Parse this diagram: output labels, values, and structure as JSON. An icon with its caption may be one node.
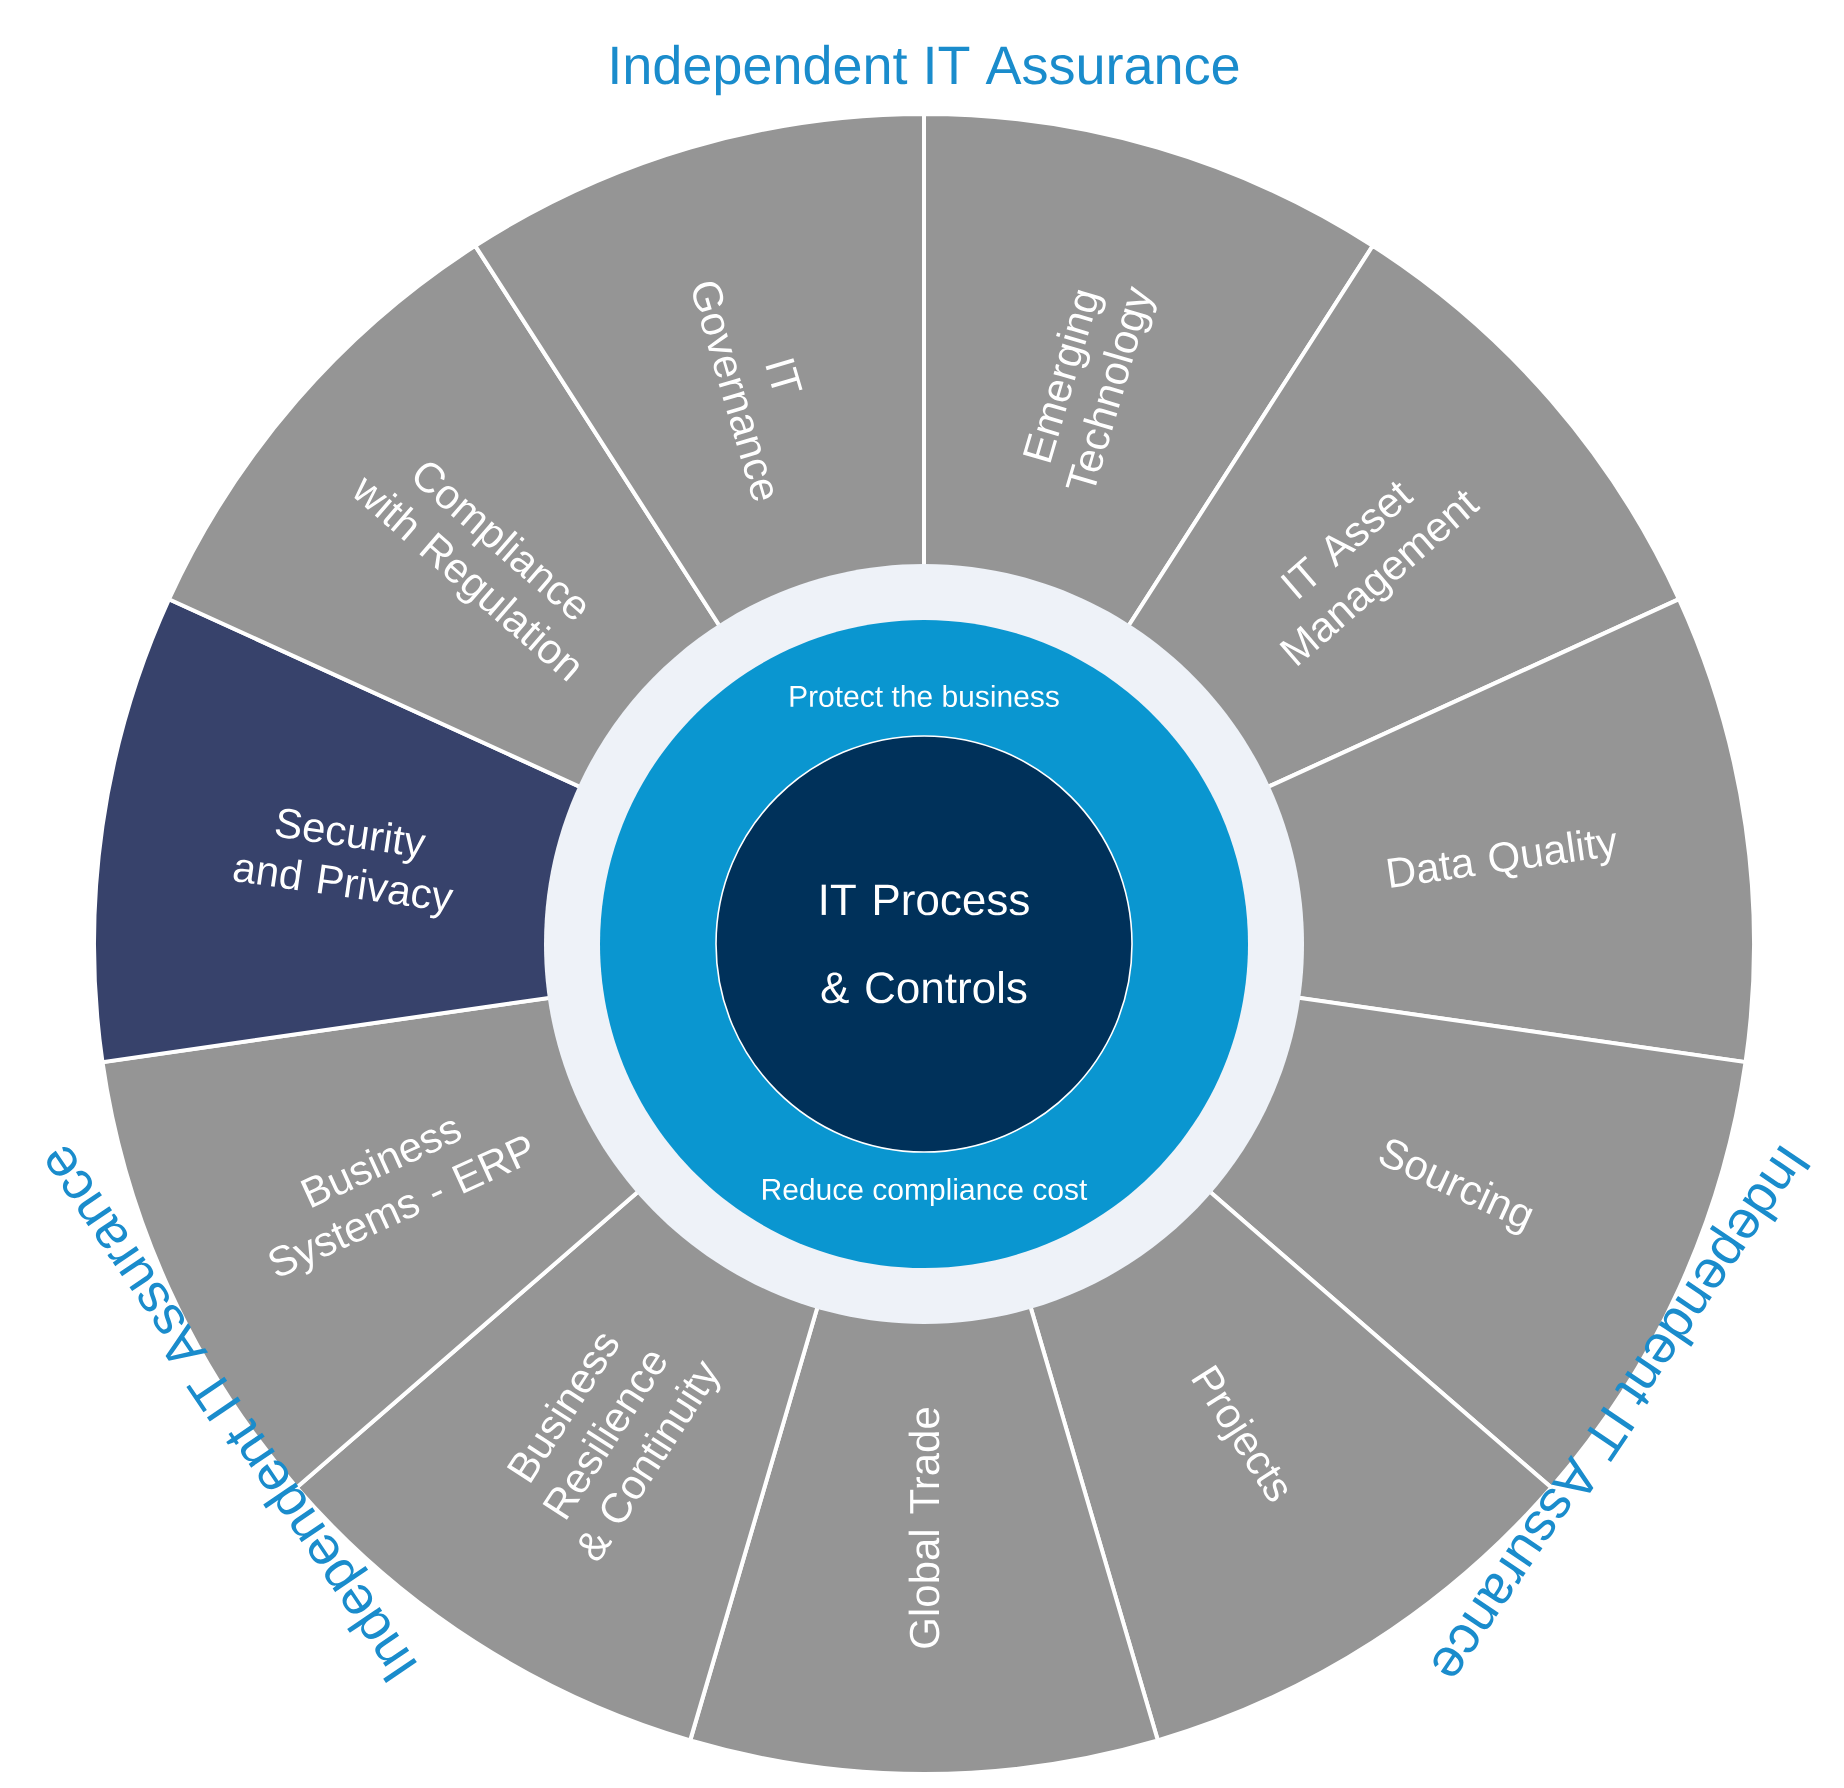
{
  "diagram": {
    "nodes": [
      {
        "text": [
          "Emerging Technology"
        ]
      },
      {
        "text": [
          "IT Asset Management"
        ]
      },
      {
        "text": [
          "Data Quality"
        ]
      },
      {
        "text": [
          "Sourcing"
        ]
      },
      {
        "text": [
          "Projects"
        ]
      },
      {
        "text": [
          "Global Trade"
        ]
      },
      {
        "text": [
          "Business Resilience & Continuity"
        ]
      },
      {
        "text": [
          "Business Systems - ERP"
        ]
      },
      {
        "text": [
          "Security and Privacy"
        ]
      },
      {
        "text": [
          "Compliance with Regulation"
        ]
      },
      {
        "text": [
          "IT Governance"
        ]
      },
      {
        "text": [
          "Protect the business",
          "Reduce compliance cost"
        ]
      },
      {
        "text": [
          "IT Process & Controls"
        ],
        "in": 11
      }
    ],
    "labels": [
      "Independent IT Assurance",
      "Independent IT Assurance",
      "Independent IT Assurance"
    ]
  }
}
